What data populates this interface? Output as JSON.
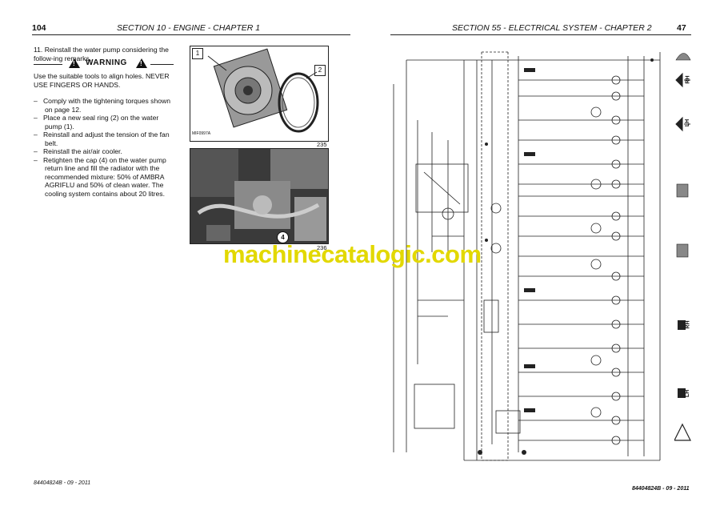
{
  "left_page": {
    "page_number": "104",
    "section_title": "SECTION 10 - ENGINE - CHAPTER 1",
    "step_11": "11. Reinstall the water pump considering the follow-ing remarks.",
    "warning_label": "WARNING",
    "warning_text": "Use the suitable tools to align holes. NEVER USE FINGERS OR HANDS.",
    "bullets": [
      "Comply with the tightening torques shown on page 12.",
      "Place a new seal ring (2) on the water pump (1).",
      "Reinstall and adjust the tension of the fan belt.",
      "Reinstall the air/air cooler.",
      "Retighten the cap (4) on the water pump return line and fill the radiator with the recommended mixture: 50% of AMBRA AGRIFLU and 50% of clean water. The cooling system contains about 20 litres."
    ],
    "fig1_callouts": [
      "1",
      "2"
    ],
    "fig1_code": "MIF0997A",
    "fig1_number": "235",
    "fig2_callout": "4",
    "fig2_number": "236",
    "footer": "84404824B - 09 - 2011"
  },
  "right_page": {
    "page_number": "47",
    "section_title": "SECTION 55 - ELECTRICAL SYSTEM - CHAPTER 2",
    "side_labels": [
      "RH",
      "LH",
      "RH",
      "LH"
    ],
    "footer": "84404824B - 09 - 2011"
  },
  "watermark": "machinecatalogic.com",
  "colors": {
    "text": "#111111",
    "watermark": "#e2d800"
  }
}
